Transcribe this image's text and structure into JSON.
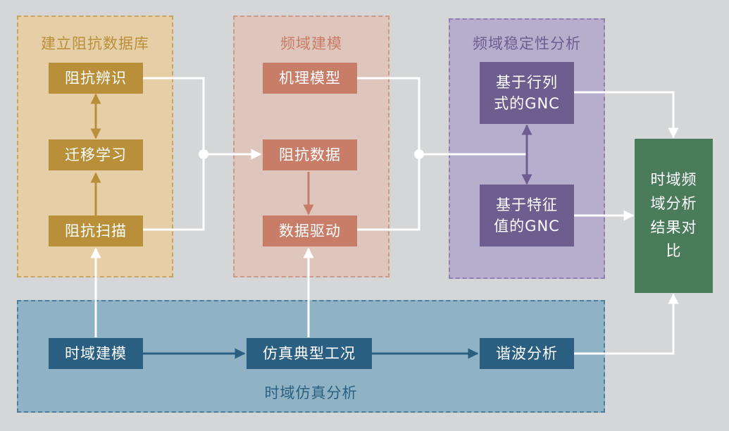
{
  "panels": {
    "impedance_db": "建立阻抗数据库",
    "freq_modeling": "频域建模",
    "freq_stability": "频域稳定性分析",
    "time_sim": "时域仿真分析"
  },
  "nodes": {
    "impedance_identify": "阻抗辨识",
    "transfer_learning": "迁移学习",
    "impedance_scan": "阻抗扫描",
    "mechanism_model": "机理模型",
    "impedance_data": "阻抗数据",
    "data_driven": "数据驱动",
    "gnc_determinant": "基于行列式的GNC",
    "gnc_eigen": "基于特征值的GNC",
    "result_compare": "时域频域分析结果对比",
    "time_modeling": "时域建模",
    "typical_conditions": "仿真典型工况",
    "harmonic_analysis": "谐波分析"
  },
  "colors": {
    "gold": "#b98f3a",
    "salmon": "#c87d68",
    "violet": "#6e5d8f",
    "navy": "#2b5f82",
    "green": "#4a7c5c",
    "connector": "#ffffff"
  }
}
